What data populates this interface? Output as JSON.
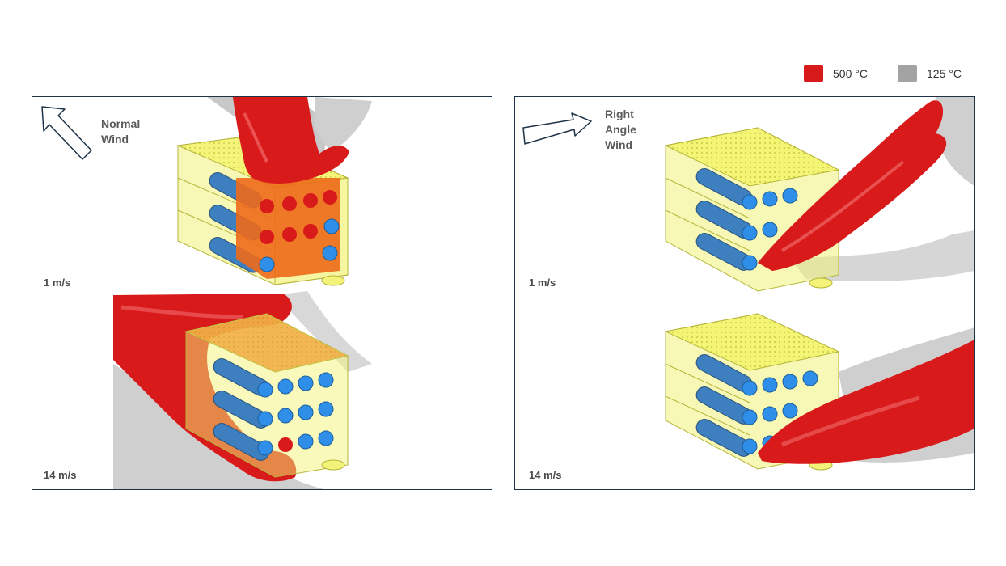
{
  "legend": {
    "items": [
      {
        "label": "500 °C",
        "color": "#d91a1a"
      },
      {
        "label": "125 °C",
        "color": "#a3a3a3"
      }
    ]
  },
  "panels": [
    {
      "wind_label": "Normal\nWind",
      "speeds": [
        "1 m/s",
        "14 m/s"
      ]
    },
    {
      "wind_label": "Right\nAngle\nWind",
      "speeds": [
        "1 m/s",
        "14 m/s"
      ]
    }
  ],
  "colors": {
    "frame": "#1f3347",
    "cage": "#f2f25a",
    "cell": "#3d7fbf",
    "cell_end": "#2f8fe8",
    "plume": "#d91a1a",
    "plume_contact": "#ee6a1a",
    "shadow": "#c8c8c8"
  }
}
